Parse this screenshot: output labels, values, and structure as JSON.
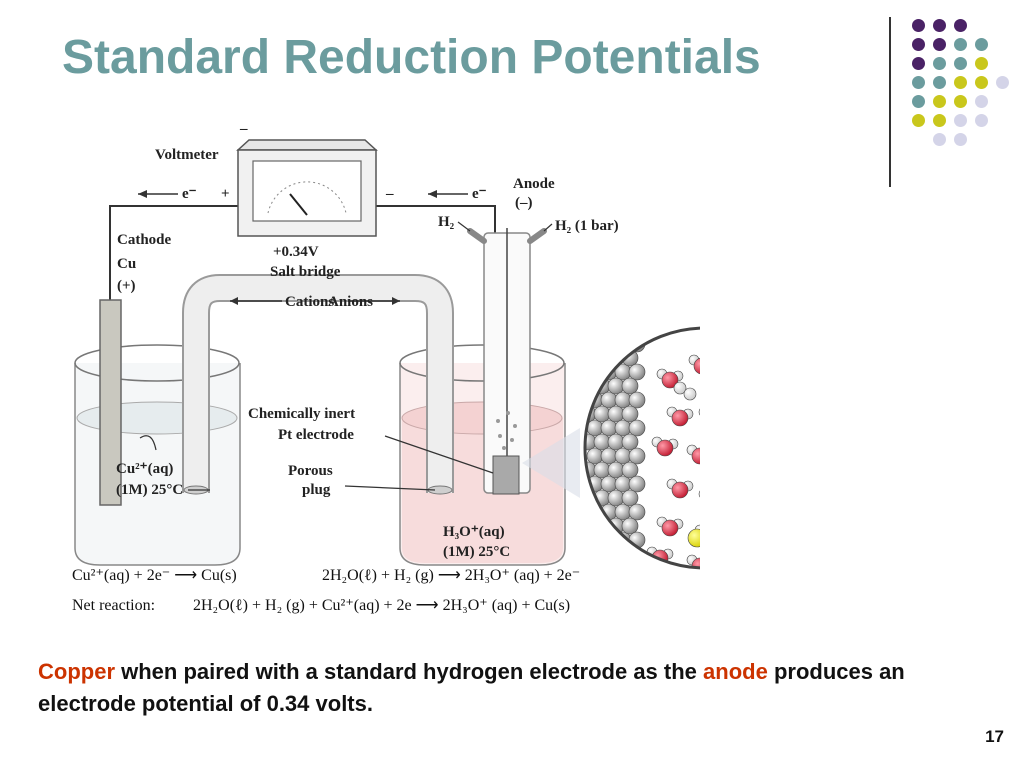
{
  "title": "Standard Reduction Potentials",
  "colors": {
    "title": "#6b9c9e",
    "highlight": "#cc3300",
    "purple": "#4a2266",
    "teal": "#6b9c9e",
    "lime": "#c9c71c",
    "lavender": "#d4d4e8"
  },
  "decor_dots": [
    [
      "purple",
      "purple",
      "purple"
    ],
    [
      "purple",
      "purple",
      "teal",
      "teal"
    ],
    [
      "purple",
      "teal",
      "teal",
      "lime"
    ],
    [
      "teal",
      "teal",
      "lime",
      "lime",
      "lavender"
    ],
    [
      "teal",
      "lime",
      "lime",
      "lavender"
    ],
    [
      "lime",
      "lime",
      "lavender",
      "lavender"
    ],
    [
      "lavender",
      "lavender"
    ]
  ],
  "diagram": {
    "voltmeter": "Voltmeter",
    "electron_left": "e⁻",
    "electron_right": "e⁻",
    "plus_sign": "+",
    "minus_sign": "–",
    "minus_top": "–",
    "anode": "Anode",
    "anode_sign": "(–)",
    "reading": "+0.34V",
    "salt_bridge": "Salt bridge",
    "cations": "Cations",
    "anions": "Anions",
    "cathode": "Cathode",
    "cu": "Cu",
    "cu_sign": "(+)",
    "h2_left": "H₂",
    "h2_right": "H₂ (1 bar)",
    "inert_1": "Chemically inert",
    "inert_2": "Pt electrode",
    "porous_1": "Porous",
    "porous_2": "plug",
    "cu_ion": "Cu²⁺(aq)",
    "cu_conc": "(1M) 25°C",
    "h3o": "H₃O⁺(aq)",
    "h3o_conc": "(1M) 25°C",
    "eq_cathode": "Cu²⁺(aq) + 2e⁻ ⟶ Cu(s)",
    "eq_anode": "2H₂O(ℓ) + H₂ (g) ⟶ 2H₃O⁺ (aq) + 2e⁻",
    "net_label": "Net reaction:",
    "net_eq": "2H₂O(ℓ) + H₂ (g)  + Cu²⁺(aq) + 2e  ⟶  2H₃O⁺ (aq) + Cu(s)"
  },
  "caption": {
    "copper": "Copper",
    "part1": " when paired with a standard hydrogen electrode as the ",
    "anode": "anode",
    "part2": " produces an electrode potential of 0.34 volts."
  },
  "page_number": "17"
}
